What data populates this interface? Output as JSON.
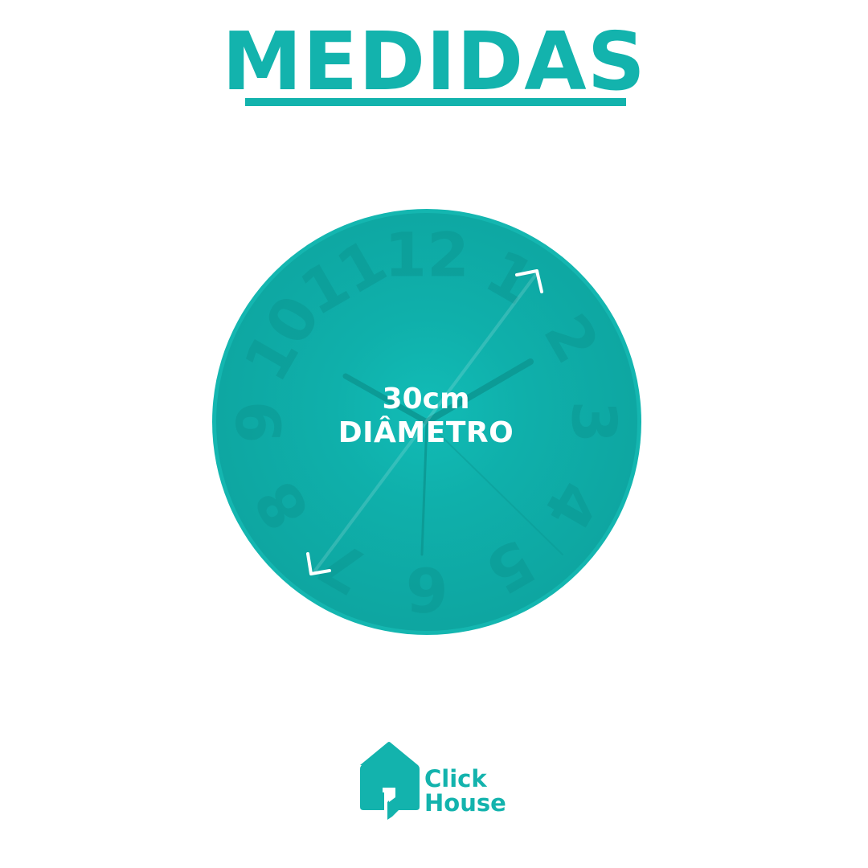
{
  "title": "MEDIDAS",
  "clock": {
    "numerals": [
      "12",
      "1",
      "2",
      "3",
      "4",
      "5",
      "6",
      "7",
      "8",
      "9",
      "10",
      "11"
    ],
    "color": "#13b3ad"
  },
  "measurement": {
    "size": "30cm",
    "label": "DIÂMETRO"
  },
  "brand": {
    "line1": "Click",
    "line2": "House",
    "color": "#13b3ad",
    "icon": "house-icon"
  }
}
